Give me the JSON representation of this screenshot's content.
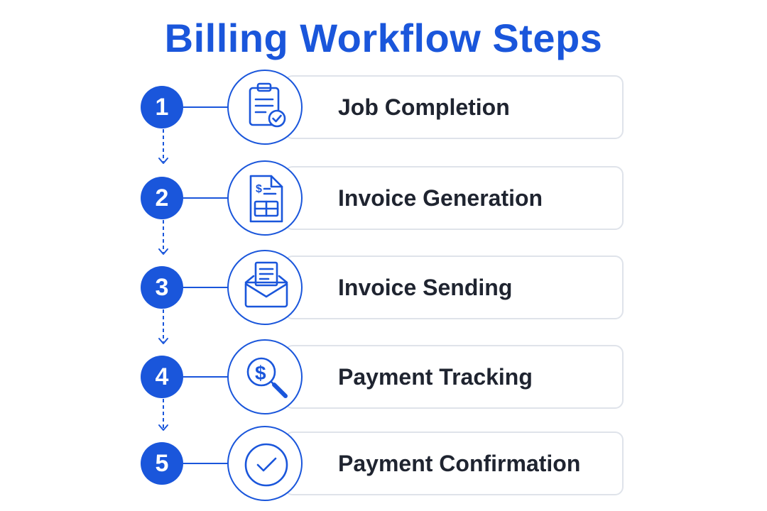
{
  "title": "Billing Workflow Steps",
  "accent_color": "#1a56db",
  "steps": [
    {
      "number": "1",
      "label": "Job Completion",
      "icon": "clipboard-check-icon"
    },
    {
      "number": "2",
      "label": "Invoice Generation",
      "icon": "invoice-document-icon"
    },
    {
      "number": "3",
      "label": "Invoice Sending",
      "icon": "envelope-document-icon"
    },
    {
      "number": "4",
      "label": "Payment Tracking",
      "icon": "dollar-magnifier-icon"
    },
    {
      "number": "5",
      "label": "Payment Confirmation",
      "icon": "checkmark-circle-icon"
    }
  ]
}
